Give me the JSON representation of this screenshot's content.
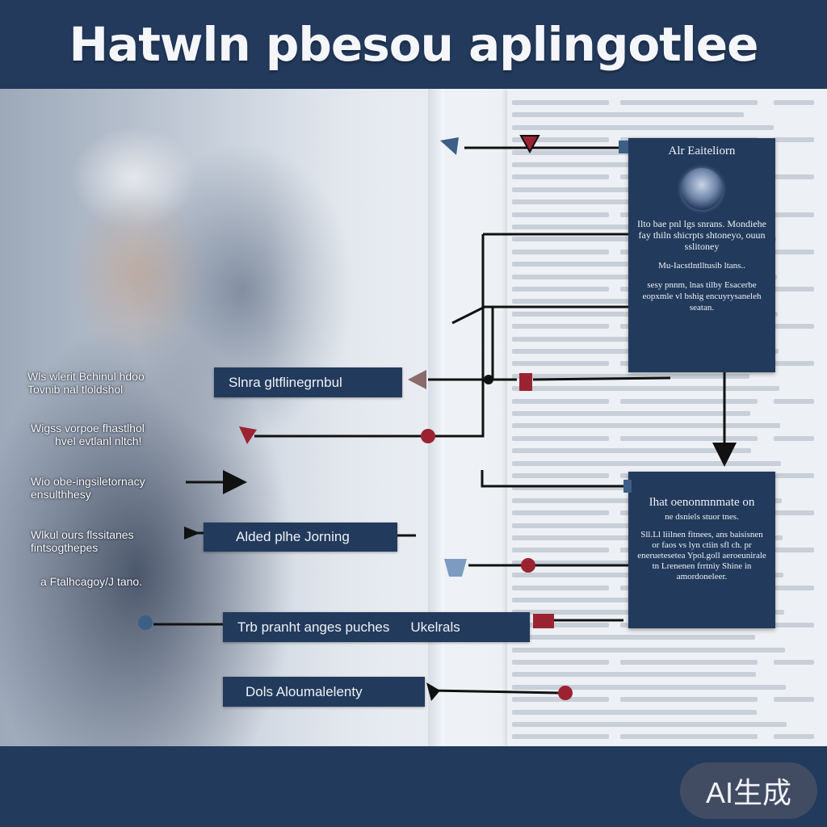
{
  "title": "Hatwln pbesou aplingotlee",
  "left_labels": [
    {
      "line1": "Wls wlerit Bchinul hdoo",
      "line2": "Tovnib nal tloldshol"
    },
    {
      "line1": "Wigss vorpoe fhastlhol",
      "line2": "hvel evtlanl nltch!"
    },
    {
      "line1": "Wio obe-ingsiletornacy",
      "line2": "ensulthhesy"
    },
    {
      "line1": "Wlkul ours flssitanes",
      "line2": "fintsogthepes"
    },
    {
      "line1": "a Ftalhcagoy/J tano.",
      "line2": ""
    }
  ],
  "boxes": {
    "b1": "Slnra gltflinegrnbul",
    "b2": "Alded plhe Jorning",
    "b3": "Trb pranht anges puches",
    "b3_extra": "Ukelrals",
    "b4": "Dols Aloumalelenty"
  },
  "panel_top": {
    "title": "Alr Eaiteliorn",
    "body": "Ilto bae pnl lgs snrans. Mondiehe fay thiln shicrpts shtoneyo, ouun sslitoney",
    "sub": "Mu-Iacstlntlltusib ltans..",
    "body2": "sesy pnnm, lnas tilby Esacerbe eopxmle vl bshig encuyrysaneleh seatan."
  },
  "panel_bottom": {
    "title": "Ihat oenonmnmate on",
    "sub": "ne dsniels stuor tnes.",
    "body": "Sll.Ll liilnen fitnees, ans baisisnen or faos vs lyn ctiin sfl ch. pr eneruetesetea Ypol.goll aeroeunirale tn Lrenenen frrtniy Shine in amordoneleer."
  },
  "badge": "AI生成",
  "colors": {
    "navy": "#223a5c",
    "accent_red": "#9b2331",
    "accent_blue": "#3d5f86",
    "line": "#111111"
  }
}
